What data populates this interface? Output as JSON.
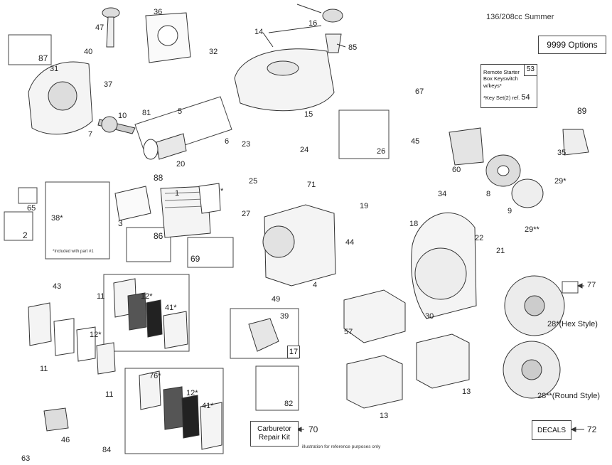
{
  "title": "136/208cc Summer",
  "options_box": "9999 Options",
  "remote_box": {
    "number": "53",
    "text": "Remote Starter Box Keyswitch w/keys*",
    "key_note": "*Key Set(2) ref.",
    "key_ref": "54"
  },
  "carburetor_box": "Carburetor Repair Kit",
  "carburetor_ref": "70",
  "decals_box": "DECALS",
  "decals_ref": "72",
  "ref17": "17",
  "footer_note": "illustration for reference purposes only",
  "kit_note": "*Included with part #1",
  "labels": {
    "p1": "1",
    "p2": "2",
    "p3": "3",
    "p4": "4",
    "p5": "5",
    "p6": "6",
    "p7": "7",
    "p8": "8",
    "p9": "9",
    "p10": "10",
    "p11a": "11",
    "p11b": "11",
    "p11c": "11",
    "p12a": "12*",
    "p12b": "12*",
    "p12c": "12*",
    "p13a": "13",
    "p13b": "13",
    "p14": "14",
    "p15": "15",
    "p16": "16",
    "p18": "18",
    "p19": "19",
    "p20": "20",
    "p21": "21",
    "p22": "22",
    "p23": "23",
    "p24": "24",
    "p25": "25",
    "p26": "26",
    "p27": "27",
    "p28hex": "28*(Hex Style)",
    "p28round": "28**(Round Style)",
    "p29a": "29*",
    "p29b": "29**",
    "p30": "30",
    "p31": "31",
    "p32": "32",
    "p34": "34",
    "p35": "35",
    "p36": "36",
    "p37": "37",
    "p38": "38*",
    "p39": "39",
    "p40": "40",
    "p41a": "41*",
    "p41b": "41*",
    "p43": "43",
    "p44": "44",
    "p45": "45",
    "p46": "46",
    "p47": "47",
    "p49": "49",
    "p57": "57",
    "p60": "60",
    "p63": "63",
    "p65": "65",
    "p67": "67",
    "p69": "69",
    "p71": "71",
    "p76": "76*",
    "p77": "77",
    "p81": "81",
    "p82": "82",
    "p84": "84",
    "p85": "85",
    "p86": "86",
    "p87": "87",
    "p88": "88",
    "p89": "89",
    "star": "*"
  }
}
